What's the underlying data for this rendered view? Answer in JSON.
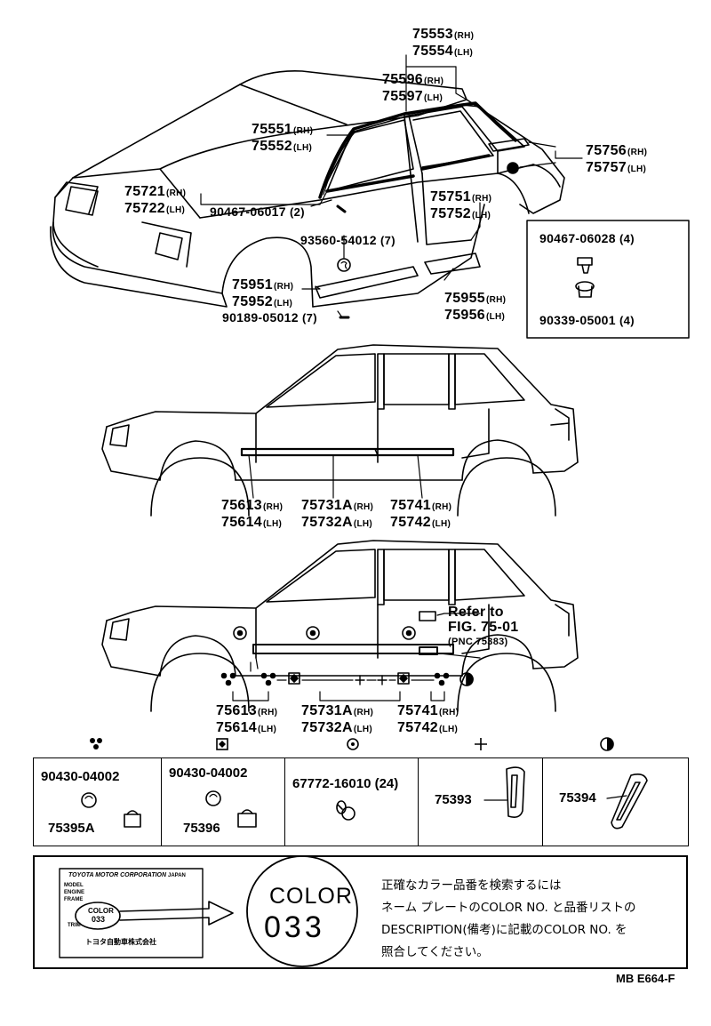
{
  "top_labels": {
    "p75553": {
      "num": "75553",
      "sfx": "(RH)"
    },
    "p75554": {
      "num": "75554",
      "sfx": "(LH)"
    },
    "p75596": {
      "num": "75596",
      "sfx": "(RH)"
    },
    "p75597": {
      "num": "75597",
      "sfx": "(LH)"
    },
    "p75551": {
      "num": "75551",
      "sfx": "(RH)"
    },
    "p75552": {
      "num": "75552",
      "sfx": "(LH)"
    },
    "p75756": {
      "num": "75756",
      "sfx": "(RH)"
    },
    "p75757": {
      "num": "75757",
      "sfx": "(LH)"
    },
    "p75721": {
      "num": "75721",
      "sfx": "(RH)"
    },
    "p75722": {
      "num": "75722",
      "sfx": "(LH)"
    },
    "p90467_06017": {
      "num": "90467-06017",
      "sfx": "(2)"
    },
    "p75751": {
      "num": "75751",
      "sfx": "(RH)"
    },
    "p75752": {
      "num": "75752",
      "sfx": "(LH)"
    },
    "p93560": {
      "num": "93560-54012",
      "sfx": "(7)"
    },
    "p75951": {
      "num": "75951",
      "sfx": "(RH)"
    },
    "p75952": {
      "num": "75952",
      "sfx": "(LH)"
    },
    "p90189": {
      "num": "90189-05012",
      "sfx": "(7)"
    },
    "p75955": {
      "num": "75955",
      "sfx": "(RH)"
    },
    "p75956": {
      "num": "75956",
      "sfx": "(LH)"
    },
    "p90467_06028": {
      "num": "90467-06028",
      "sfx": "(4)"
    },
    "p90339": {
      "num": "90339-05001",
      "sfx": "(4)"
    }
  },
  "mid_labels": {
    "p75613": {
      "num": "75613",
      "sfx": "(RH)"
    },
    "p75614": {
      "num": "75614",
      "sfx": "(LH)"
    },
    "p75731A": {
      "num": "75731A",
      "sfx": "(RH)"
    },
    "p75732A": {
      "num": "75732A",
      "sfx": "(LH)"
    },
    "p75741": {
      "num": "75741",
      "sfx": "(RH)"
    },
    "p75742": {
      "num": "75742",
      "sfx": "(LH)"
    }
  },
  "low_labels": {
    "refer1": "Refer to",
    "refer2": "FIG. 75-01",
    "refer3": "(PNC 75383)",
    "p75613": {
      "num": "75613",
      "sfx": "(RH)"
    },
    "p75614": {
      "num": "75614",
      "sfx": "(LH)"
    },
    "p75731A": {
      "num": "75731A",
      "sfx": "(RH)"
    },
    "p75732A": {
      "num": "75732A",
      "sfx": "(LH)"
    },
    "p75741": {
      "num": "75741",
      "sfx": "(RH)"
    },
    "p75742": {
      "num": "75742",
      "sfx": "(LH)"
    }
  },
  "table": {
    "c1a": "90430-04002",
    "c1b": "75395A",
    "c2a": "90430-04002",
    "c2b": "75396",
    "c3a": "67772-16010 (24)",
    "c4a": "75393",
    "c5a": "75394"
  },
  "note": {
    "plate_title": "TOYOTA MOTOR CORPORATION",
    "plate_country": "JAPAN",
    "plate_model": "MODEL",
    "plate_engine": "ENGINE",
    "plate_frame": "FRAME",
    "plate_color": "COLOR",
    "plate_color_no": "033",
    "plate_trim": "TRIM",
    "plate_maker": "トヨタ自動車株式会社",
    "big_color": "COLOR",
    "big_color_no": "033",
    "jp_line1": "正確なカラー品番を検索するには",
    "jp_line2": "ネーム プレートのCOLOR NO. と品番リストの",
    "jp_line3": "DESCRIPTION(備考)に記載のCOLOR NO. を",
    "jp_line4": "照合してください。"
  },
  "footer": "MB E664-F"
}
